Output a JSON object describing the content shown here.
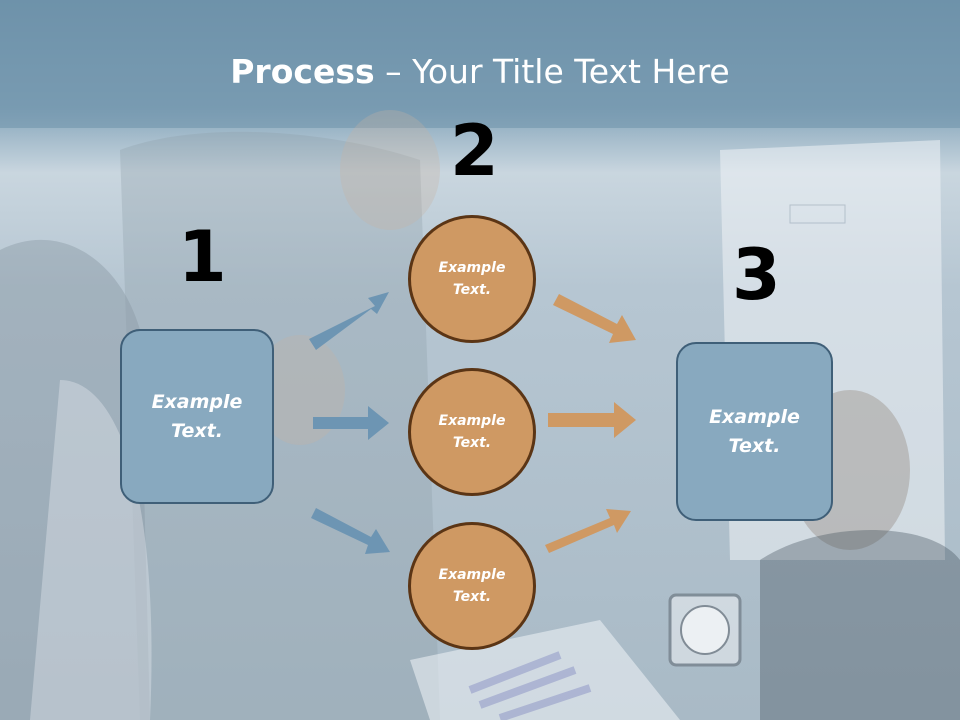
{
  "title": {
    "bold": "Process",
    "rest": " – Your Title Text Here"
  },
  "steps": [
    {
      "number": "1",
      "label": "Example\nText."
    },
    {
      "number": "2",
      "items": [
        "Example\nText.",
        "Example\nText.",
        "Example\nText."
      ]
    },
    {
      "number": "3",
      "label": "Example\nText."
    }
  ],
  "colors": {
    "box_fill": "#88a9bf",
    "circle_fill": "#cf9963",
    "blue_arrow": "#6d95b3",
    "orange_arrow": "#cf9963"
  }
}
